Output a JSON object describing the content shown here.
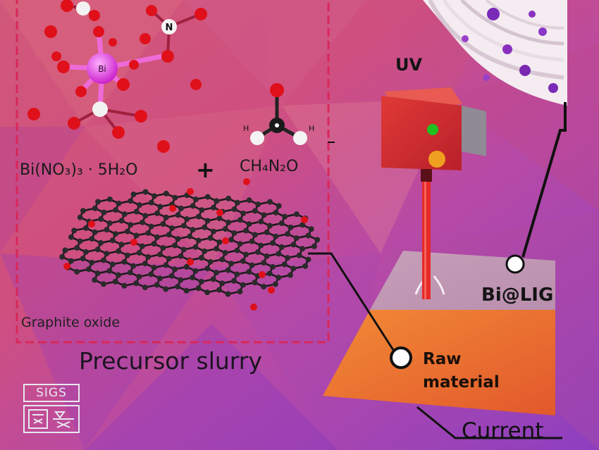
{
  "labels": {
    "uv": "UV",
    "bi_lig": "Bi@LIG",
    "raw_line1": "Raw",
    "raw_line2": "material",
    "current": "Current",
    "precursor_slurry": "Precursor slurry",
    "graphite_oxide": "Graphite oxide",
    "bi_nitrate": "Bi(NO₃)₃ · 5H₂O",
    "urea": "CH₄N₂O",
    "plus": "+"
  },
  "molecule_atoms": {
    "bismuth": "Bi",
    "nitrogen": "N",
    "hydrogen": "H"
  },
  "logo": {
    "text": "SIGS"
  },
  "colors": {
    "background_pink": "#c8407a",
    "background_purple": "#8a3fb8",
    "laser_red": "#e02020",
    "box_red": "#c8242a",
    "oxygen_red": "#e0101a",
    "bismuth_magenta": "#d030d0",
    "dashed_border": "#d8285a",
    "raw_material_orange": "#f07a2a"
  }
}
